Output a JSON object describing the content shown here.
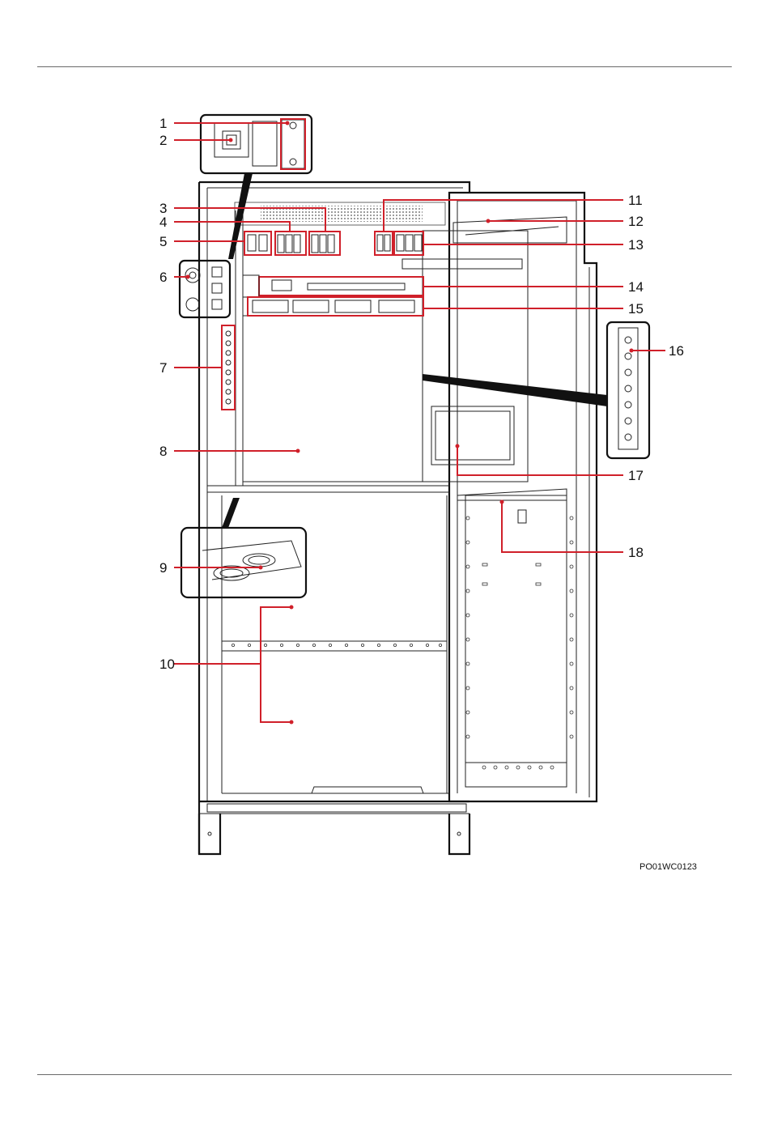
{
  "figure": {
    "code": "PO01WC0123",
    "callouts": [
      "1",
      "2",
      "3",
      "4",
      "5",
      "6",
      "7",
      "8",
      "9",
      "10",
      "11",
      "12",
      "13",
      "14",
      "15",
      "16",
      "17",
      "18"
    ]
  },
  "colors": {
    "callout_line": "#d0202a",
    "drawing": "#111111"
  }
}
